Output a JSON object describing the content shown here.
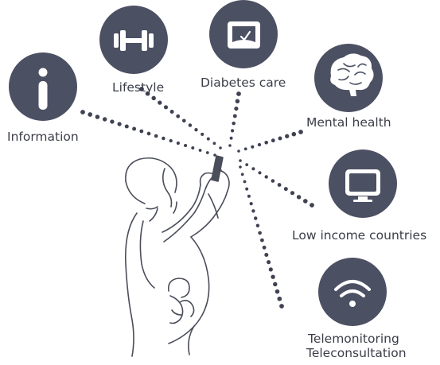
{
  "theme": {
    "circle_color": "#4c5063",
    "dot_color": "#3f4252",
    "text_color": "#3b3e48",
    "line_color": "#4a4d5a"
  },
  "nodes": {
    "information": {
      "label": "Information",
      "icon": "info-icon"
    },
    "lifestyle": {
      "label": "Lifestyle",
      "icon": "dumbbell-icon"
    },
    "diabetes_care": {
      "label": "Diabetes care",
      "icon": "glucose-meter-icon"
    },
    "mental_health": {
      "label": "Mental health",
      "icon": "brain-icon"
    },
    "low_income": {
      "label": "Low income countries",
      "icon": "monitor-icon"
    },
    "telemonitoring": {
      "label_line1": "Telemonitoring",
      "label_line2": "Teleconsultation",
      "icon": "wifi-icon"
    }
  },
  "center_figure": {
    "icon": "pregnant-woman-with-phone-illustration"
  }
}
